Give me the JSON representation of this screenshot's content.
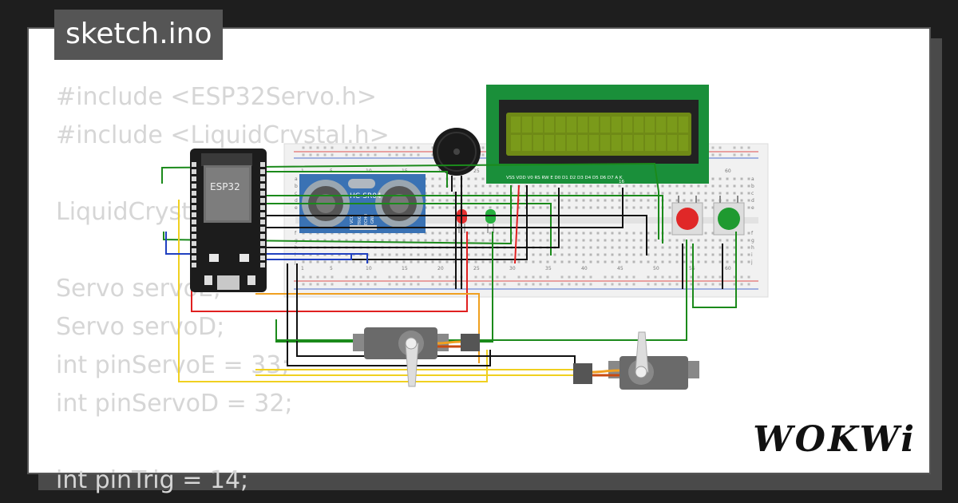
{
  "file_tab": {
    "label": "sketch.ino"
  },
  "code_lines": [
    "#include <ESP32Servo.h>",
    "#include <LiquidCrystal.h>",
    "",
    "LiquidCrystal lcd(",
    "",
    "Servo servoE;",
    "Servo servoD;",
    "int pinServoE = 33;",
    "int pinServoD = 32;",
    "",
    "int pinTrig = 14;"
  ],
  "components": {
    "esp32_label": "ESP32",
    "sonar_label": "HC-SR04",
    "sonar_pins": [
      "VCC",
      "TRIG",
      "ECHO",
      "GND"
    ],
    "lcd_pin_labels": "VSS VDD V0 RS RW E  D0 D1 D2 D3 D4 D5 D6 D7 A  K",
    "lcd_pin_16": "16",
    "breadboard_cols": [
      "1",
      "5",
      "10",
      "15",
      "20",
      "25",
      "30",
      "35",
      "40",
      "45",
      "50",
      "55",
      "60"
    ],
    "breadboard_rows_top": [
      "a",
      "b",
      "c",
      "d",
      "e"
    ],
    "breadboard_rows_bottom": [
      "f",
      "g",
      "h",
      "i",
      "j"
    ]
  },
  "brand": {
    "logo_text": "WOKWi"
  },
  "colors": {
    "background": "#1e1e1e",
    "card": "#ffffff",
    "tag": "#555555",
    "code_text": "#d6d6d6",
    "lcd_board": "#1a8f3a",
    "lcd_screen": "#6f8a16",
    "esp32_board": "#1c1c1c",
    "sonar_board": "#3a72b4",
    "breadboard": "#f1f1f1",
    "wire_green": "#1b8a1b",
    "wire_black": "#111111",
    "wire_red": "#e02020",
    "wire_yellow": "#f0d020",
    "wire_orange": "#f0a020",
    "wire_blue": "#2040c0",
    "led_red": "#e53030",
    "led_green": "#28b040",
    "button_red": "#e02828",
    "button_green": "#1f9a30",
    "servo_body": "#6a6a6a"
  }
}
